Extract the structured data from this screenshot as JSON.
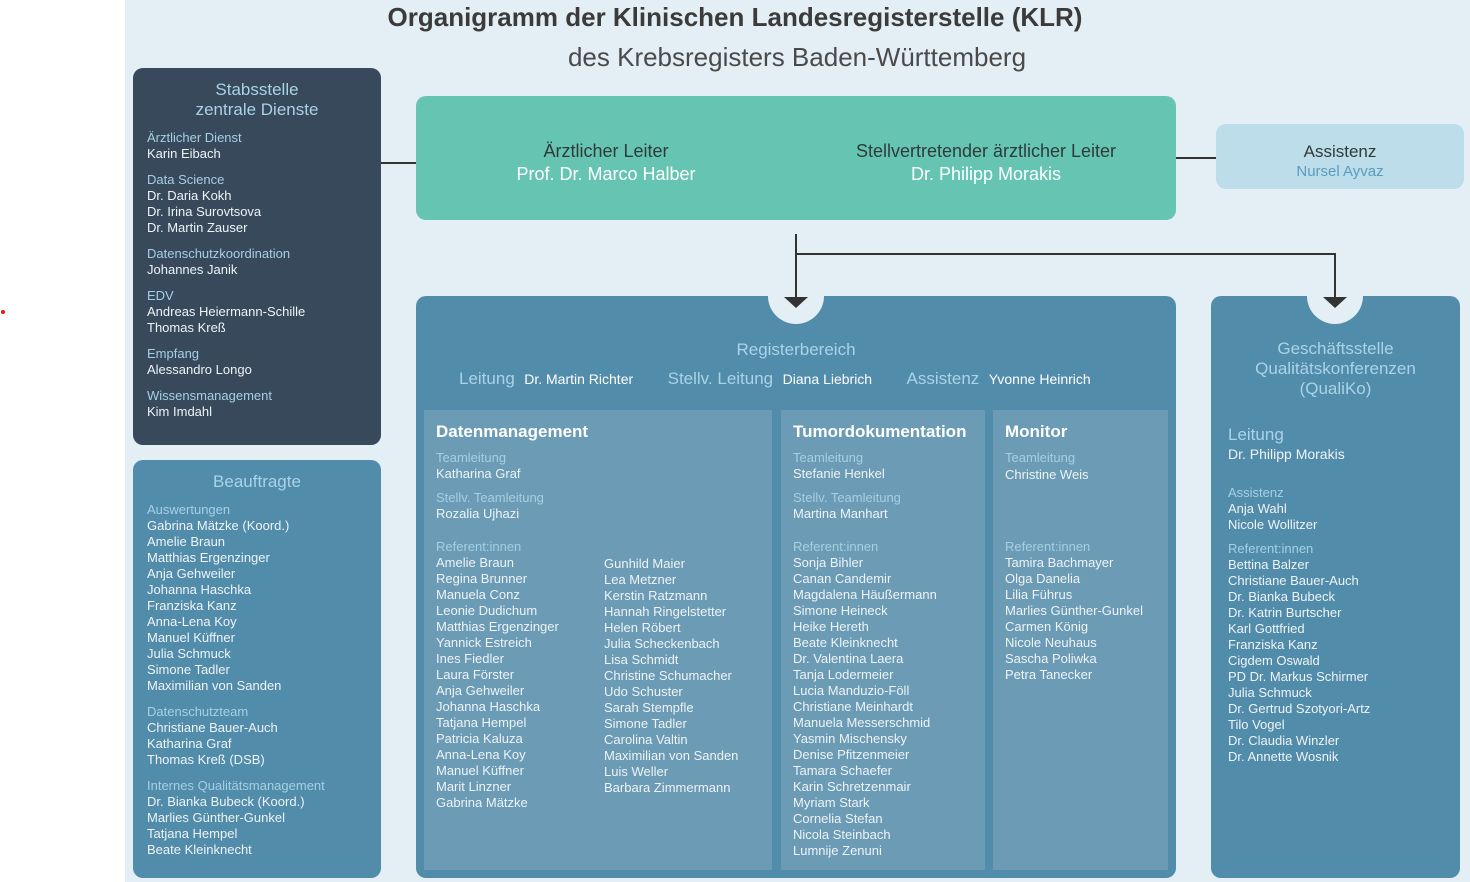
{
  "title": "Organigramm der Klinischen Landesregisterstelle (KLR)",
  "subtitle": "des Krebsregisters Baden-Württemberg",
  "leadership": {
    "left_label": "Ärztlicher Leiter",
    "left_name": "Prof. Dr. Marco Halber",
    "right_label": "Stellvertretender ärztlicher Leiter",
    "right_name": "Dr. Philipp Morakis"
  },
  "assistant": {
    "label": "Assistenz",
    "name": "Nursel Ayvaz"
  },
  "stabsstelle": {
    "title_line1": "Stabsstelle",
    "title_line2": "zentrale Dienste",
    "sections": [
      {
        "label": "Ärztlicher Dienst",
        "names": [
          "Karin Eibach"
        ]
      },
      {
        "label": "Data Science",
        "names": [
          "Dr. Daria Kokh",
          "Dr. Irina Surovtsova",
          "Dr. Martin Zauser"
        ]
      },
      {
        "label": "Datenschutzkoordination",
        "names": [
          "Johannes Janik"
        ]
      },
      {
        "label": "EDV",
        "names": [
          "Andreas Heiermann-Schille",
          "Thomas Kreß"
        ]
      },
      {
        "label": "Empfang",
        "names": [
          "Alessandro Longo"
        ]
      },
      {
        "label": "Wissensmanagement",
        "names": [
          "Kim Imdahl"
        ]
      }
    ]
  },
  "beauftragte": {
    "title": "Beauftragte",
    "sections": [
      {
        "label": "Auswertungen",
        "names": [
          "Gabrina Mätzke (Koord.)",
          "Amelie Braun",
          "Matthias Ergenzinger",
          "Anja Gehweiler",
          "Johanna Haschka",
          "Franziska Kanz",
          "Anna-Lena Koy",
          "Manuel Küffner",
          "Julia Schmuck",
          "Simone Tadler",
          "Maximilian von Sanden"
        ]
      },
      {
        "label": "Datenschutzteam",
        "names": [
          "Christiane Bauer-Auch",
          "Katharina Graf",
          "Thomas Kreß (DSB)"
        ]
      },
      {
        "label": "Internes Qualitätsmanagement",
        "names": [
          "Dr. Bianka Bubeck (Koord.)",
          "Marlies Günther-Gunkel",
          "Tatjana Hempel",
          "Beate Kleinknecht"
        ]
      }
    ]
  },
  "register": {
    "title": "Registerbereich",
    "lead_label": "Leitung",
    "lead_name": "Dr. Martin Richter",
    "deputy_label": "Stellv. Leitung",
    "deputy_name": "Diana Liebrich",
    "assist_label": "Assistenz",
    "assist_name": "Yvonne Heinrich",
    "datenmanagement": {
      "title": "Datenmanagement",
      "lead_label": "Teamleitung",
      "lead": "Katharina Graf",
      "deputy_label": "Stellv. Teamleitung",
      "deputy": "Rozalia Ujhazi",
      "ref_label": "Referent:innen",
      "refs_col1": [
        "Amelie Braun",
        "Regina Brunner",
        "Manuela Conz",
        "Leonie Dudichum",
        "Matthias Ergenzinger",
        "Yannick Estreich",
        "Ines Fiedler",
        "Laura Förster",
        "Anja Gehweiler",
        "Johanna Haschka",
        "Tatjana Hempel",
        "Patricia Kaluza",
        "Anna-Lena Koy",
        "Manuel Küffner",
        "Marit Linzner",
        "Gabrina Mätzke"
      ],
      "refs_col2": [
        "Gunhild Maier",
        "Lea Metzner",
        "Kerstin Ratzmann",
        "Hannah Ringelstetter",
        "Helen Röbert",
        "Julia Scheckenbach",
        "Lisa Schmidt",
        "Christine Schumacher",
        "Udo Schuster",
        "Sarah Stempfle",
        "Simone Tadler",
        "Carolina Valtin",
        "Maximilian von Sanden",
        "Luis Weller",
        "Barbara Zimmermann"
      ]
    },
    "tumordoku": {
      "title": "Tumordokumentation",
      "lead_label": "Teamleitung",
      "lead": "Stefanie Henkel",
      "deputy_label": "Stellv. Teamleitung",
      "deputy": "Martina Manhart",
      "ref_label": "Referent:innen",
      "refs": [
        "Sonja Bihler",
        "Canan Candemir",
        "Magdalena Häußermann",
        "Simone Heineck",
        "Heike Hereth",
        "Beate Kleinknecht",
        "Dr. Valentina Laera",
        "Tanja Lodermeier",
        "Lucia Manduzio-Föll",
        "Christiane Meinhardt",
        "Manuela Messerschmid",
        "Yasmin Mischensky",
        "Denise Pfitzenmeier",
        "Tamara Schaefer",
        "Karin Schretzenmair",
        "Myriam Stark",
        "Cornelia Stefan",
        "Nicola Steinbach",
        "Lumnije Zenuni"
      ]
    },
    "monitor": {
      "title": "Monitor",
      "lead_label": "Teamleitung",
      "lead": "Christine Weis",
      "ref_label": "Referent:innen",
      "refs": [
        "Tamira Bachmayer",
        "Olga Danelia",
        "Lilia Führus",
        "Marlies Günther-Gunkel",
        "Carmen König",
        "Nicole Neuhaus",
        "Sascha Poliwka",
        "Petra Tanecker"
      ]
    }
  },
  "qualiko": {
    "title_line1": "Geschäftsstelle",
    "title_line2": "Qualitätskonferenzen",
    "title_line3": "(QualiKo)",
    "lead_label": "Leitung",
    "lead": "Dr. Philipp Morakis",
    "assist_label": "Assistenz",
    "assist": [
      "Anja Wahl",
      "Nicole Wollitzer"
    ],
    "ref_label": "Referent:innen",
    "refs": [
      "Bettina Balzer",
      "Christiane Bauer-Auch",
      "Dr. Bianka Bubeck",
      "Dr. Katrin Burtscher",
      "Karl Gottfried",
      "Franziska Kanz",
      "Cigdem Oswald",
      "PD Dr. Markus Schirmer",
      "Julia Schmuck",
      "Dr. Gertrud Szotyori-Artz",
      "Tilo Vogel",
      "Dr. Claudia Winzler",
      "Dr. Annette Wosnik"
    ]
  },
  "colors": {
    "dark_box": "#37495b",
    "blue_box": "#528cab",
    "panel": "#6b9bb5",
    "green": "#66c5b2",
    "assist_box": "#bcdde9"
  }
}
